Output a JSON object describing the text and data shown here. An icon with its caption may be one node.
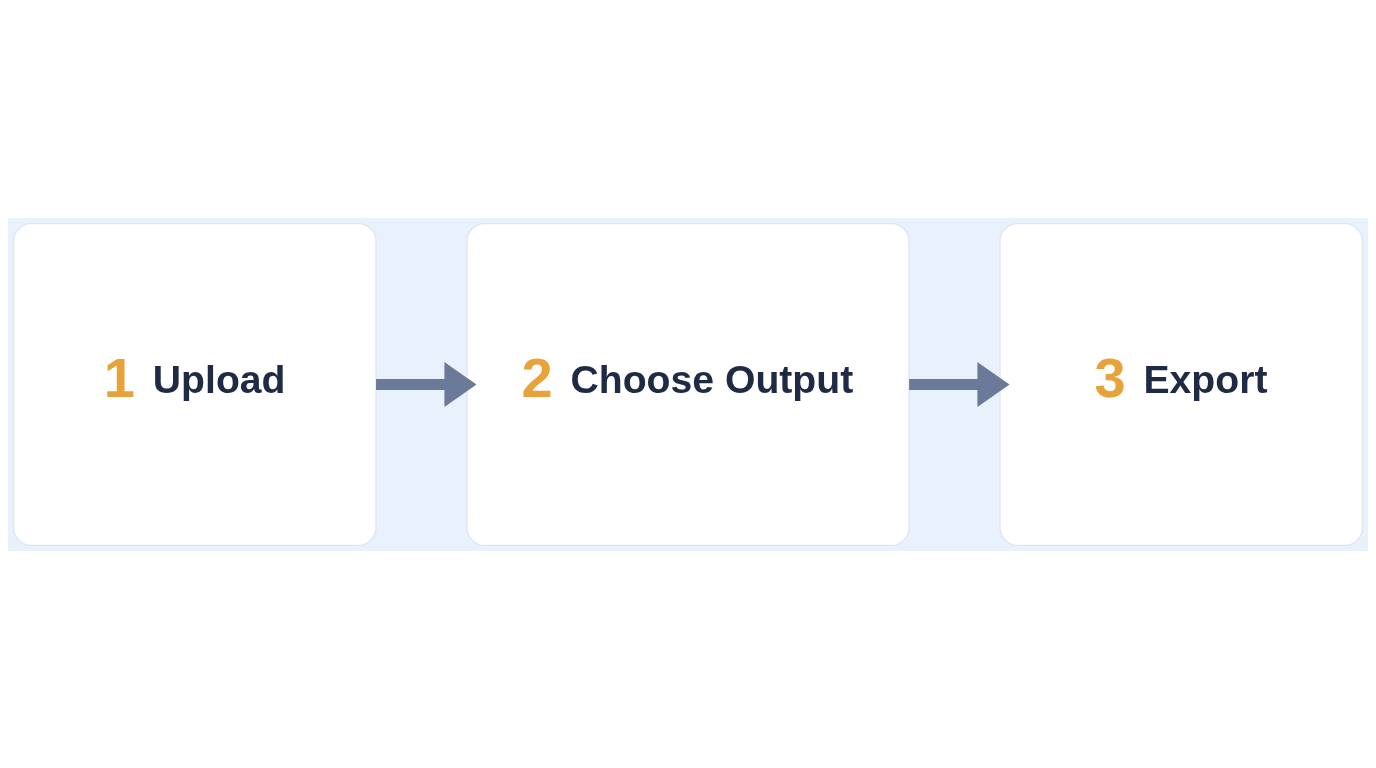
{
  "diagram": {
    "nodes": [
      {
        "text": [
          "1",
          "Upload"
        ]
      },
      {
        "text": [
          "2",
          "Choose Output"
        ]
      },
      {
        "text": [
          "3",
          "Export"
        ]
      }
    ],
    "edges": [
      {
        "from": 0,
        "to": 1,
        "arrow": "to"
      },
      {
        "from": 1,
        "to": 2,
        "arrow": "to"
      }
    ]
  }
}
